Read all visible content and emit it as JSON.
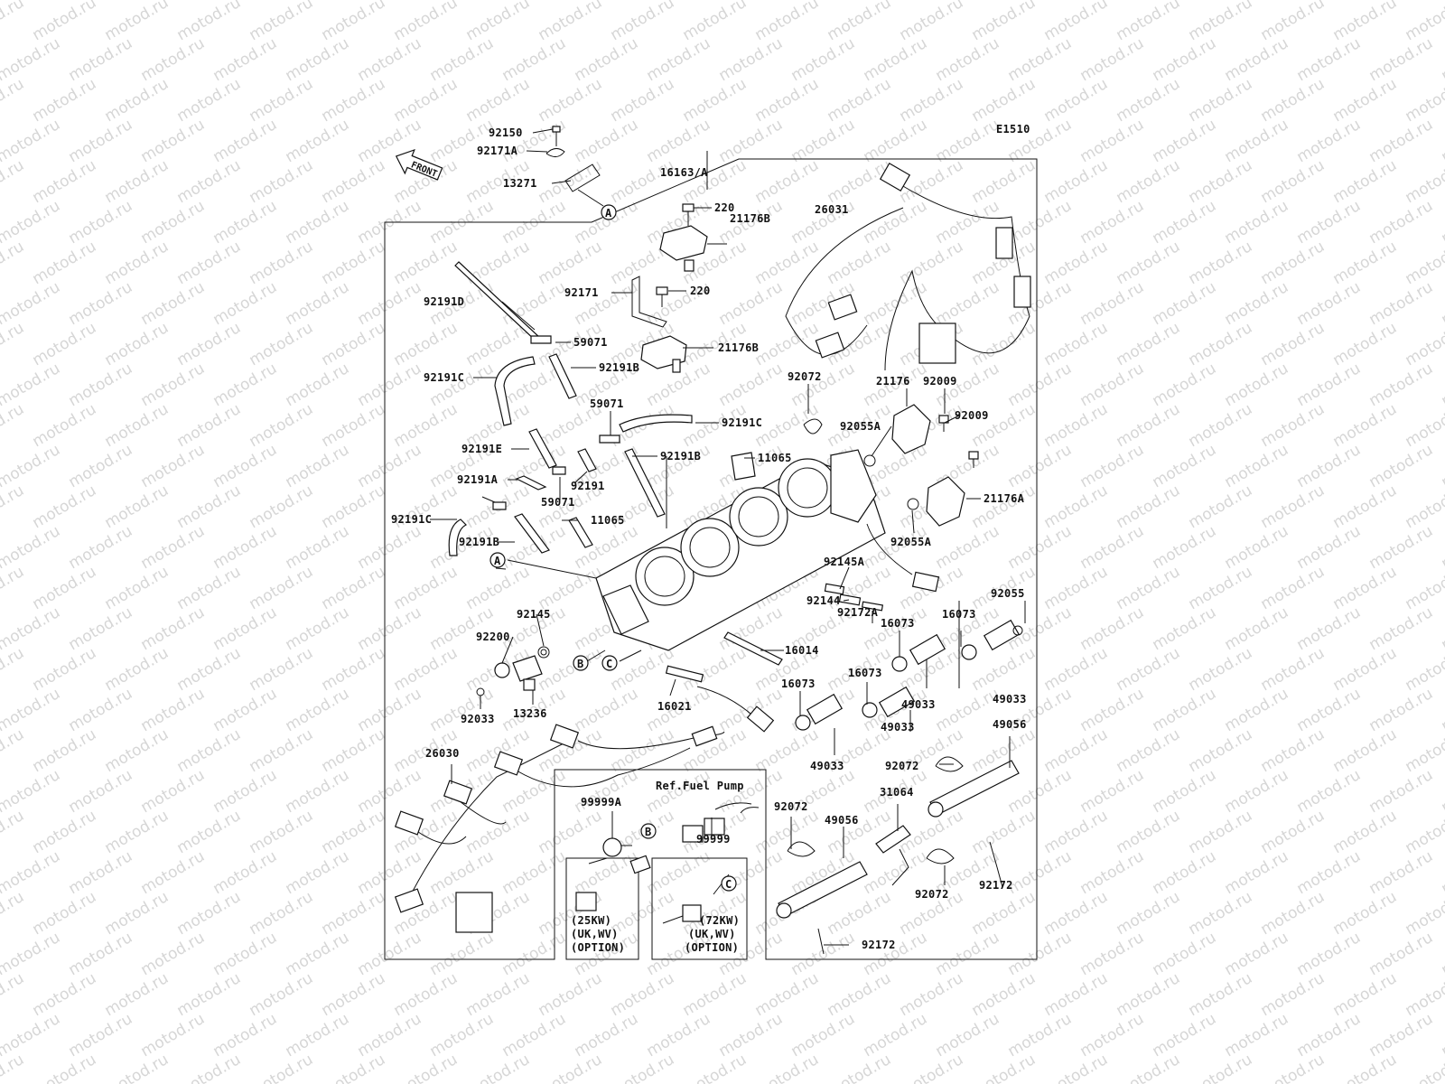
{
  "watermark": "motod.ru",
  "diagram_code": "E1510",
  "front_badge": "FRONT",
  "note_ref": "Ref.Fuel Pump",
  "options": {
    "left": [
      "(25KW)",
      "(UK,WV)",
      "(OPTION)"
    ],
    "right": [
      "(72KW)",
      "(UK,WV)",
      "(OPTION)"
    ]
  },
  "callouts": {
    "A": "A",
    "B": "B",
    "C": "C"
  },
  "part_labels": [
    "92150",
    "92171A",
    "13271",
    "16163/A",
    "220",
    "21176B",
    "92171",
    "220",
    "21176B",
    "26031",
    "92191D",
    "59071",
    "92191C",
    "92191B",
    "59071",
    "92191C",
    "92191E",
    "92191B",
    "11065",
    "92191A",
    "92191",
    "59071",
    "92191C",
    "11065",
    "92191B",
    "92072",
    "21176",
    "92009",
    "92055A",
    "92009",
    "21176A",
    "92055A",
    "92145A",
    "92145",
    "92200",
    "92144",
    "92172A",
    "16073",
    "16073",
    "92055",
    "16014",
    "16073",
    "16073",
    "92033",
    "13236",
    "16021",
    "49033",
    "49033",
    "49033",
    "49056",
    "49033",
    "92072",
    "26030",
    "99999A",
    "99999",
    "92072",
    "49056",
    "31064",
    "92072",
    "92172",
    "92172"
  ],
  "icons": [
    "front-arrow-icon"
  ]
}
